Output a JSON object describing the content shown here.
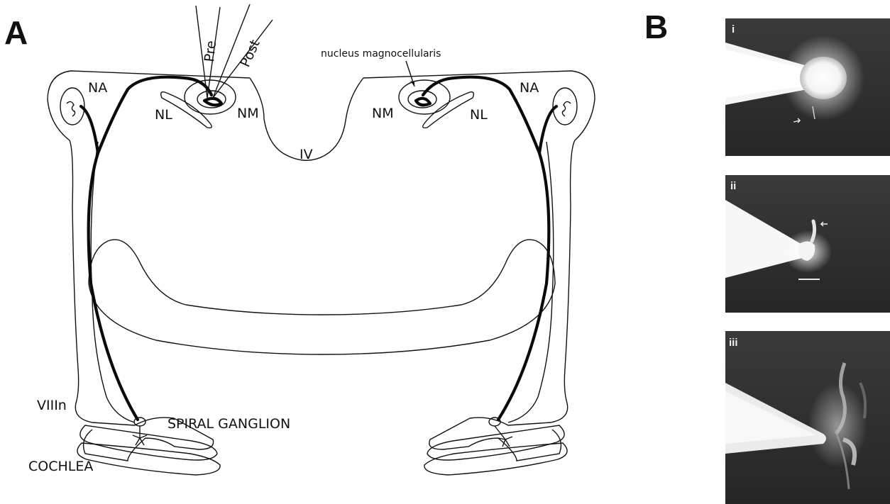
{
  "panel_a": {
    "letter": "A",
    "labels": {
      "pre": "Pre",
      "post": "Post",
      "nucleus_magnocellularis": "nucleus magnocellularis",
      "na_left": "NA",
      "nl_left": "NL",
      "nm_left": "NM",
      "nm_right": "NM",
      "nl_right": "NL",
      "na_right": "NA",
      "fourth_ventricle": "IV",
      "viiin": "VIIIn",
      "spiral_ganglion": "SPIRAL GANGLION",
      "cochlea": "COCHLEA"
    }
  },
  "panel_b": {
    "letter": "B",
    "micrographs": [
      {
        "label": "i"
      },
      {
        "label": "ii"
      },
      {
        "label": "iii"
      }
    ]
  }
}
